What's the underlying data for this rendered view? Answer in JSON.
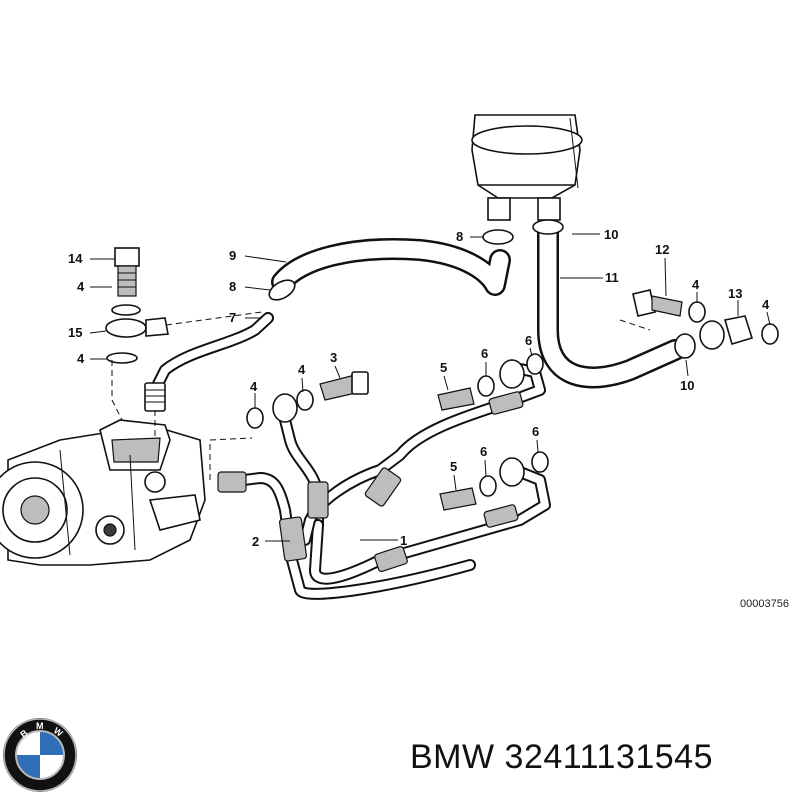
{
  "diagram": {
    "reference_code": "00003756",
    "callouts": [
      {
        "id": "c1",
        "label": "1"
      },
      {
        "id": "c2",
        "label": "2"
      },
      {
        "id": "c3",
        "label": "3"
      },
      {
        "id": "c4a",
        "label": "4"
      },
      {
        "id": "c4b",
        "label": "4"
      },
      {
        "id": "c4c",
        "label": "4"
      },
      {
        "id": "c4d",
        "label": "4"
      },
      {
        "id": "c4e",
        "label": "4"
      },
      {
        "id": "c4f",
        "label": "4"
      },
      {
        "id": "c5a",
        "label": "5"
      },
      {
        "id": "c5b",
        "label": "5"
      },
      {
        "id": "c6a",
        "label": "6"
      },
      {
        "id": "c6b",
        "label": "6"
      },
      {
        "id": "c6c",
        "label": "6"
      },
      {
        "id": "c6d",
        "label": "6"
      },
      {
        "id": "c7",
        "label": "7"
      },
      {
        "id": "c8a",
        "label": "8"
      },
      {
        "id": "c8b",
        "label": "8"
      },
      {
        "id": "c9",
        "label": "9"
      },
      {
        "id": "c10a",
        "label": "10"
      },
      {
        "id": "c10b",
        "label": "10"
      },
      {
        "id": "c11",
        "label": "11"
      },
      {
        "id": "c12",
        "label": "12"
      },
      {
        "id": "c13",
        "label": "13"
      },
      {
        "id": "c14",
        "label": "14"
      },
      {
        "id": "c15",
        "label": "15"
      }
    ]
  },
  "brand": {
    "logo_letters": "BMW",
    "part_text": "BMW 32411131545",
    "colors": {
      "blue": "#2f6fb8",
      "ring": "#111111",
      "silver": "#b8b8b8"
    }
  }
}
